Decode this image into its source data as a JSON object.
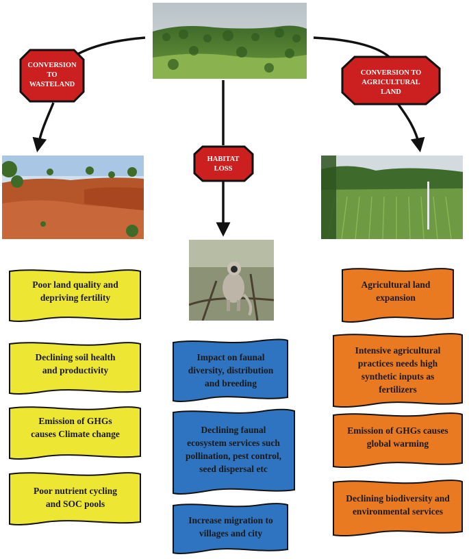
{
  "center_photo": {
    "icon": "forest-photo"
  },
  "labels": {
    "left": [
      "CONVERSION",
      "TO",
      "WASTELAND"
    ],
    "center": [
      "HABITAT",
      "LOSS"
    ],
    "right": [
      "CONVERSION TO",
      "AGRICULTURAL",
      "LAND"
    ]
  },
  "photos": {
    "left": {
      "icon": "wasteland-photo"
    },
    "right": {
      "icon": "farmland-photo"
    },
    "center": {
      "icon": "langur-monkey-photo"
    }
  },
  "left_column": [
    [
      "Poor land quality and",
      "depriving fertility"
    ],
    [
      "Declining soil health",
      "and productivity"
    ],
    [
      "Emission of GHGs",
      "causes Climate change"
    ],
    [
      "Poor nutrient cycling",
      "and SOC pools"
    ]
  ],
  "center_column": [
    [
      "Impact on faunal",
      "diversity, distribution",
      "and breeding"
    ],
    [
      "Declining faunal",
      "ecosystem services such",
      "pollination, pest control,",
      "seed dispersal etc"
    ],
    [
      "Increase migration to",
      "villages and city"
    ]
  ],
  "right_column": [
    [
      "Agricultural land",
      "expansion"
    ],
    [
      "Intensive agricultural",
      "practices needs high",
      "synthetic inputs as",
      "fertilizers"
    ],
    [
      "Emission of GHGs causes",
      "global warming"
    ],
    [
      "Declining biodiversity and",
      "environmental services"
    ]
  ],
  "colors": {
    "octagon": "#cc1f1f",
    "yellow": "#ede734",
    "blue": "#2f74c0",
    "orange": "#ea7a21",
    "outline": "#111111"
  }
}
